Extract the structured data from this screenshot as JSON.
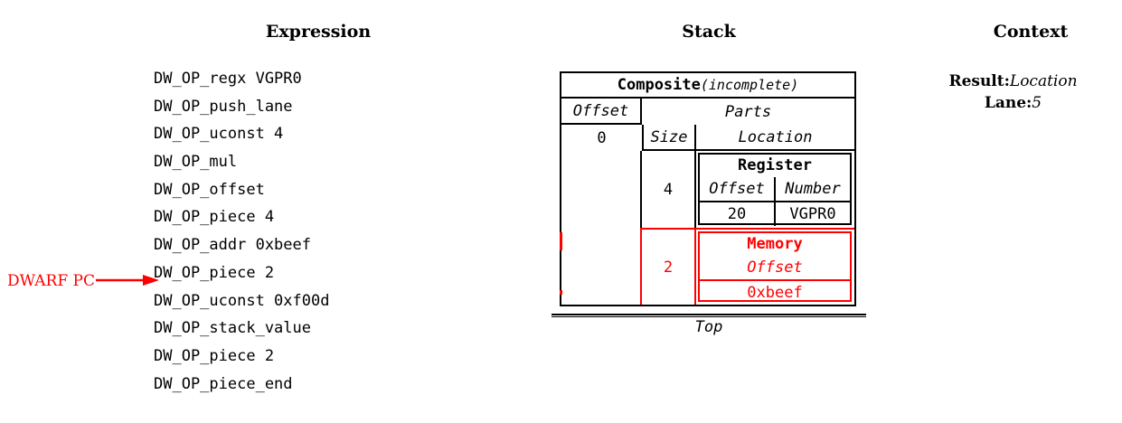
{
  "columns": {
    "expression_title": "Expression",
    "stack_title": "Stack",
    "context_title": "Context"
  },
  "expression": {
    "lines": [
      "DW_OP_regx VGPR0",
      "DW_OP_push_lane",
      "DW_OP_uconst 4",
      "DW_OP_mul",
      "DW_OP_offset",
      "DW_OP_piece 4",
      "DW_OP_addr 0xbeef",
      "DW_OP_piece 2",
      "DW_OP_uconst 0xf00d",
      "DW_OP_stack_value",
      "DW_OP_piece 2",
      "DW_OP_piece_end"
    ],
    "pc_marker": {
      "label": "DWARF PC",
      "points_to_line": "DW_OP_uconst 0xf00d",
      "color": "#ff0000"
    }
  },
  "stack": {
    "entry": {
      "kind": "Composite",
      "note": "(incomplete)",
      "headers": {
        "offset": "Offset",
        "parts": "Parts",
        "size": "Size",
        "location": "Location"
      },
      "offset_value": "0",
      "parts": [
        {
          "size": "4",
          "location": {
            "kind": "Register",
            "headers": [
              "Offset",
              "Number"
            ],
            "values": [
              "20",
              "VGPR0"
            ],
            "color": "#000000"
          }
        },
        {
          "size": "2",
          "location": {
            "kind": "Memory",
            "headers": [
              "Offset"
            ],
            "values": [
              "0xbeef"
            ],
            "color": "#ff0000"
          }
        }
      ]
    },
    "top_label": "Top"
  },
  "context": {
    "entries": [
      {
        "key": "Result:",
        "value": "Location"
      },
      {
        "key": "Lane:",
        "value": "5"
      }
    ]
  }
}
